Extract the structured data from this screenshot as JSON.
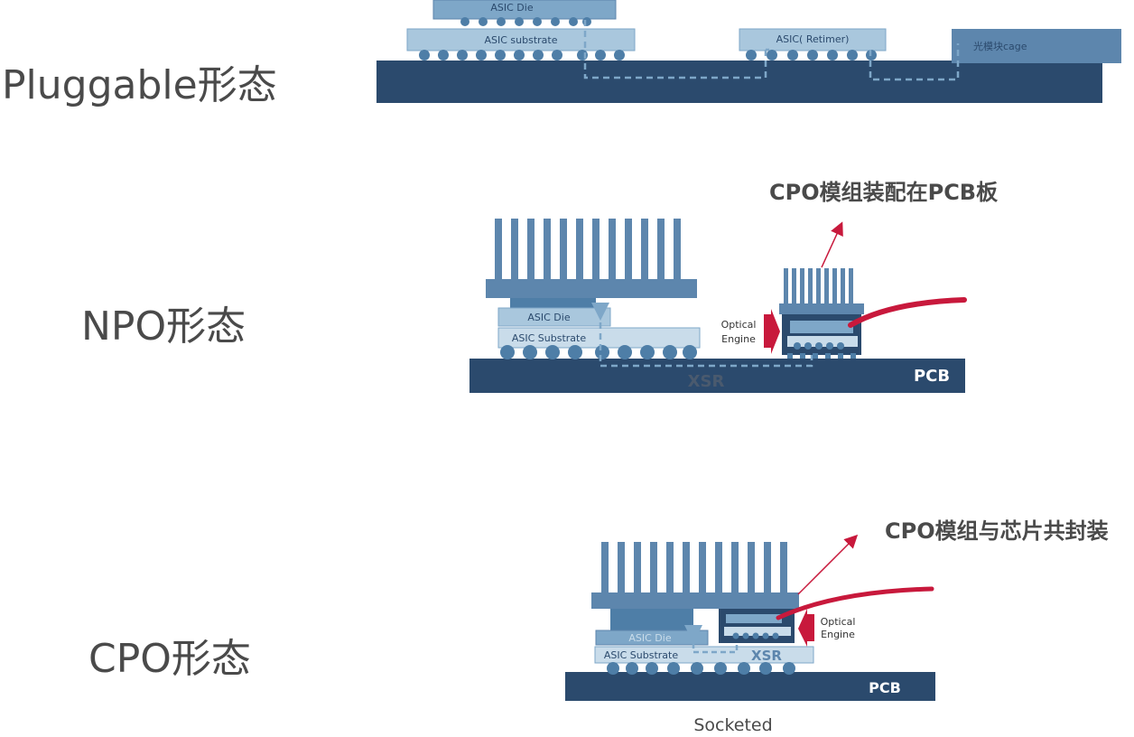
{
  "pluggable": {
    "title": "Pluggable形态",
    "asic_die": "ASIC Die",
    "asic_substrate": "ASIC substrate",
    "retimer": "ASIC( Retimer)",
    "cage": "光模块cage"
  },
  "npo": {
    "title": "NPO形态",
    "callout": "CPO模组装配在PCB板",
    "asic_die": "ASIC Die",
    "asic_substrate": "ASIC Substrate",
    "xsr": "XSR",
    "pcb": "PCB",
    "optical_line1": "Optical",
    "optical_line2": "Engine"
  },
  "cpo": {
    "title": "CPO形态",
    "callout": "CPO模组与芯片共封装",
    "asic_die": "ASIC Die",
    "asic_substrate": "ASIC Substrate",
    "xsr": "XSR",
    "pcb": "PCB",
    "optical_line1": "Optical",
    "optical_line2": "Engine",
    "caption": "Socketed"
  },
  "colors": {
    "pcb": "#2b4a6d",
    "heatsink": "#5d86ad",
    "die": "#7ea7c8",
    "substrate": "#c9dcea",
    "ball": "#4e7ea7",
    "fiber": "#c8193c",
    "arrow": "#c8193c",
    "trace": "#4e7ea7"
  }
}
